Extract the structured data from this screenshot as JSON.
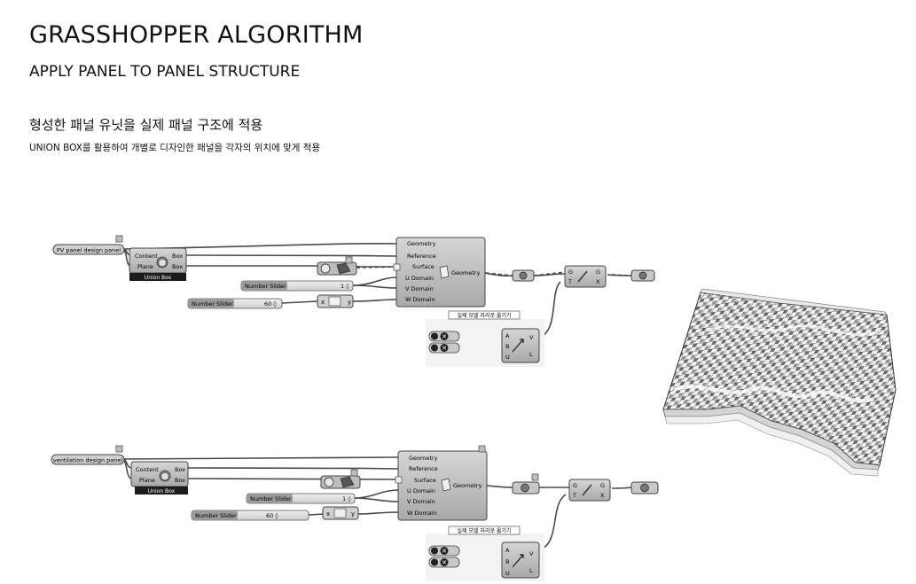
{
  "header": {
    "title": "GRASSHOPPER ALGORITHM",
    "subtitle": "APPLY PANEL TO PANEL STRUCTURE",
    "korean_heading": "형성한 패널 유닛을 실제 패널 구조에 적용",
    "description": "UNION BOX를 활용하여 개별로 디자인한 패널을 각자의 위치에 맞게 적용"
  },
  "graph1": {
    "param_label": "PV panel design panel",
    "union_box": {
      "in1": "Content",
      "in2": "Plane",
      "out1": "Box",
      "out2": "Box",
      "footer": "Union Box"
    },
    "morph": {
      "in1": "Geometry",
      "in2": "Reference",
      "in3": "Surface",
      "in4": "U Domain",
      "in5": "V Domain",
      "in6": "W Domain",
      "out": "Geometry"
    },
    "slider1": {
      "label": "Number Slider",
      "value": "1 ◊"
    },
    "slider2": {
      "label": "Number Slider",
      "value": "60 ◊"
    },
    "expr": {
      "x": "x",
      "y": "y"
    },
    "gate": {
      "g1": "G",
      "t": "T",
      "g2": "G",
      "x": "X"
    },
    "group_label": "실제 모델 자리로 옮기기",
    "vector": {
      "a": "A",
      "b": "B",
      "u": "U",
      "v": "V",
      "l": "L"
    }
  },
  "graph2": {
    "param_label": "ventilation design panel",
    "union_box": {
      "in1": "Content",
      "in2": "Plane",
      "out1": "Box",
      "out2": "Box",
      "footer": "Union Box"
    },
    "morph": {
      "in1": "Geometry",
      "in2": "Reference",
      "in3": "Surface",
      "in4": "U Domain",
      "in5": "V Domain",
      "in6": "W Domain",
      "out": "Geometry"
    },
    "slider1": {
      "label": "Number Slider",
      "value": "1 ◊"
    },
    "slider2": {
      "label": "Number Slider",
      "value": "60 ◊"
    },
    "expr": {
      "x": "x",
      "y": "y"
    },
    "gate": {
      "g1": "G",
      "t": "T",
      "g2": "G",
      "x": "X"
    },
    "group_label": "실제 모델 자리로 옮기기",
    "vector": {
      "a": "A",
      "b": "B",
      "u": "U",
      "v": "V",
      "l": "L"
    }
  },
  "icons": {
    "panel_icon": "cube-icon",
    "morph_icon": "morph-icon",
    "gate_icon": "wire-icon",
    "vector_icon": "arrow-vector-icon",
    "param_icon": "hexagon-icon",
    "close_icon": "x-circle-icon"
  },
  "colors": {
    "component": "#b9b9b9",
    "component_dark": "#9c9c9c",
    "footer_bar": "#1c1c1c",
    "wire": "#4a4a4a"
  }
}
